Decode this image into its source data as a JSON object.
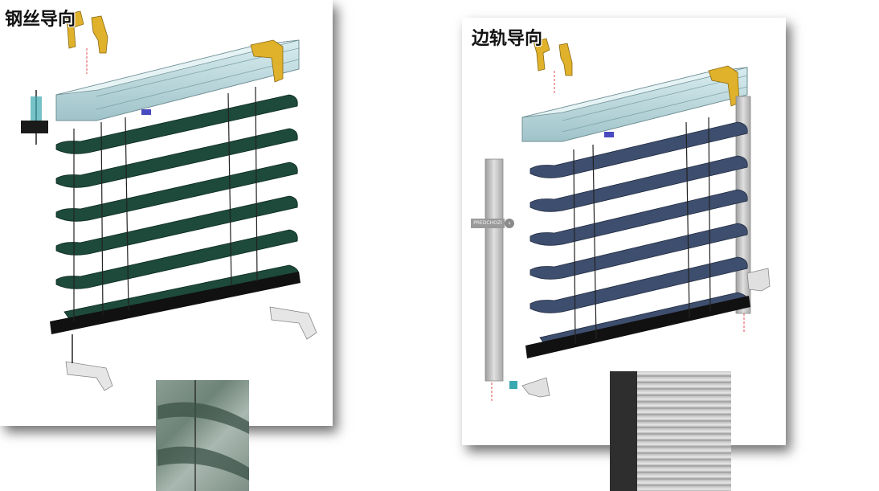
{
  "panels": {
    "left": {
      "title": "钢丝导向",
      "slat_color": "#1d4a3a"
    },
    "right": {
      "title": "边轨导向",
      "slat_color": "#3e4e6e",
      "label": "PREDCHOZI",
      "arrow": "‹"
    }
  },
  "colors": {
    "headbox": "#bcd9df",
    "bracket": "#e0b12a",
    "bottom_bar": "#111111",
    "rail": "#c4c4c4"
  }
}
